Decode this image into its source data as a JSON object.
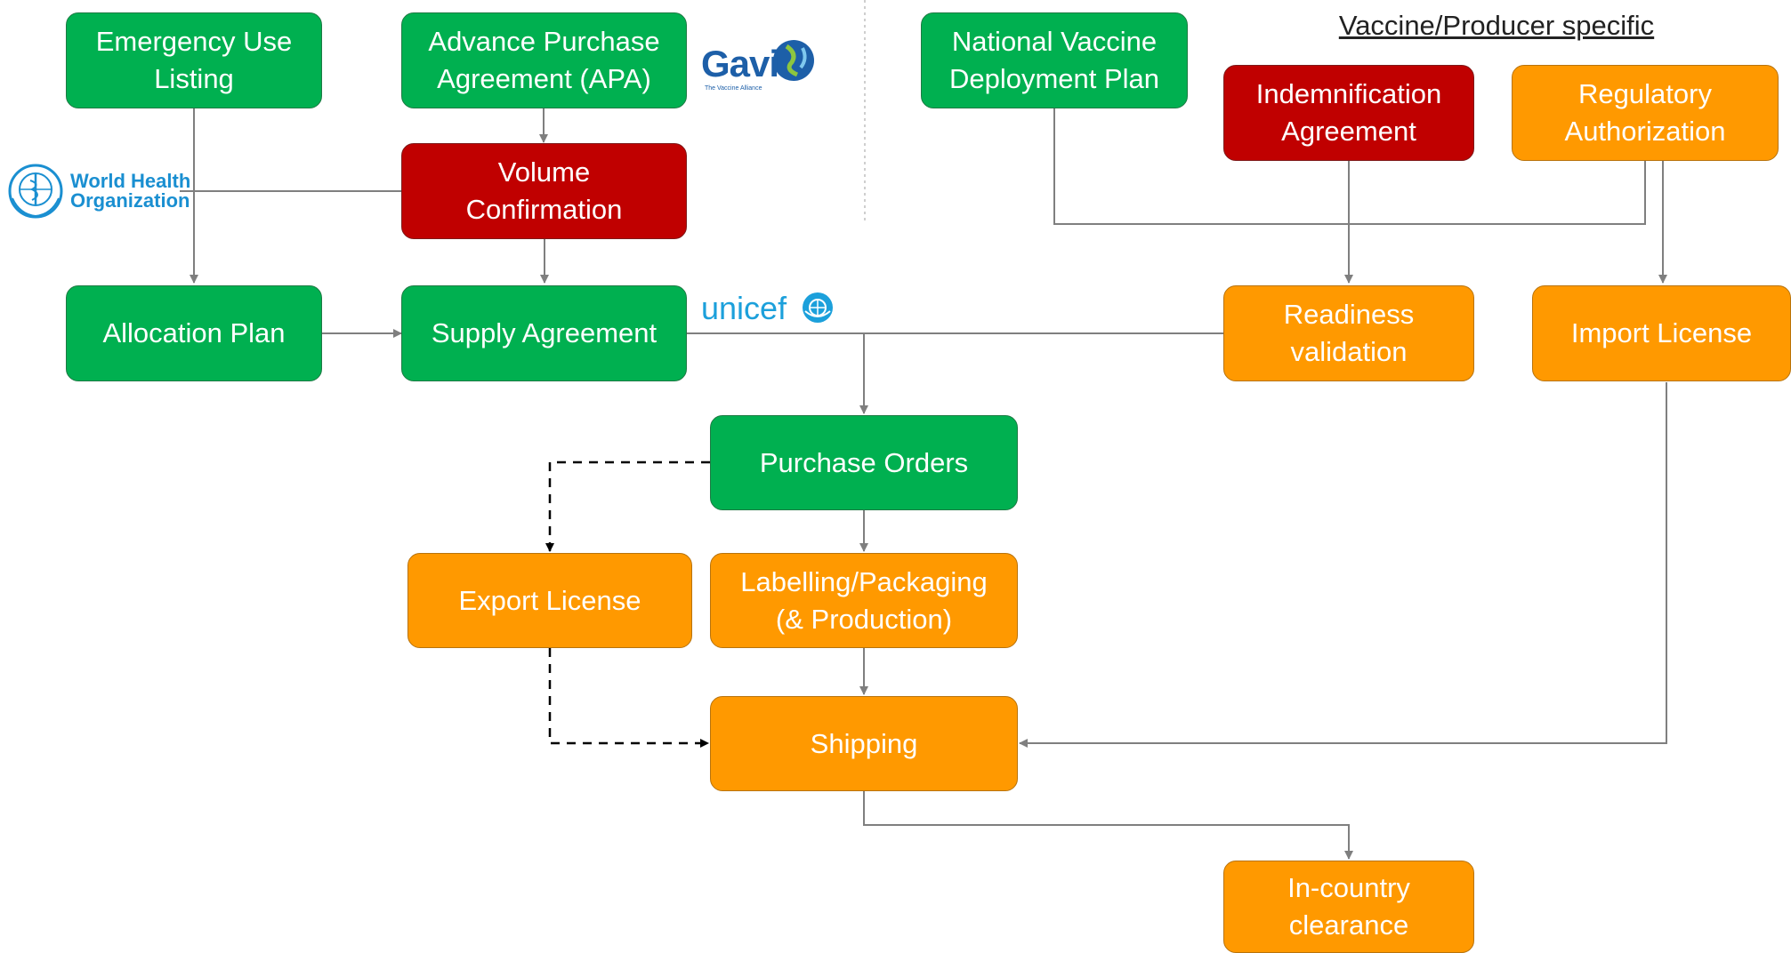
{
  "header": {
    "title": "Vaccine/Producer specific"
  },
  "nodes": {
    "emergency_use_listing": "Emergency Use\nListing",
    "advance_purchase_agreement": "Advance Purchase\nAgreement (APA)",
    "national_vaccine_deployment_plan": "National Vaccine\nDeployment Plan",
    "indemnification_agreement": "Indemnification\nAgreement",
    "regulatory_authorization": "Regulatory\nAuthorization",
    "volume_confirmation": "Volume\nConfirmation",
    "allocation_plan": "Allocation Plan",
    "supply_agreement": "Supply Agreement",
    "readiness_validation": "Readiness\nvalidation",
    "import_license": "Import License",
    "purchase_orders": "Purchase Orders",
    "export_license": "Export License",
    "labelling_packaging": "Labelling/Packaging\n(& Production)",
    "shipping": "Shipping",
    "in_country_clearance": "In-country\nclearance"
  },
  "logos": {
    "who": {
      "line1": "World Health",
      "line2": "Organization"
    },
    "gavi": {
      "name": "Gavi",
      "tagline": "The Vaccine Alliance"
    },
    "unicef": {
      "name": "unicef"
    }
  },
  "colors": {
    "green": "#00b050",
    "red": "#c00000",
    "orange": "#ff9900",
    "connector": "#7f7f7f",
    "dashed_connector": "#000000"
  }
}
